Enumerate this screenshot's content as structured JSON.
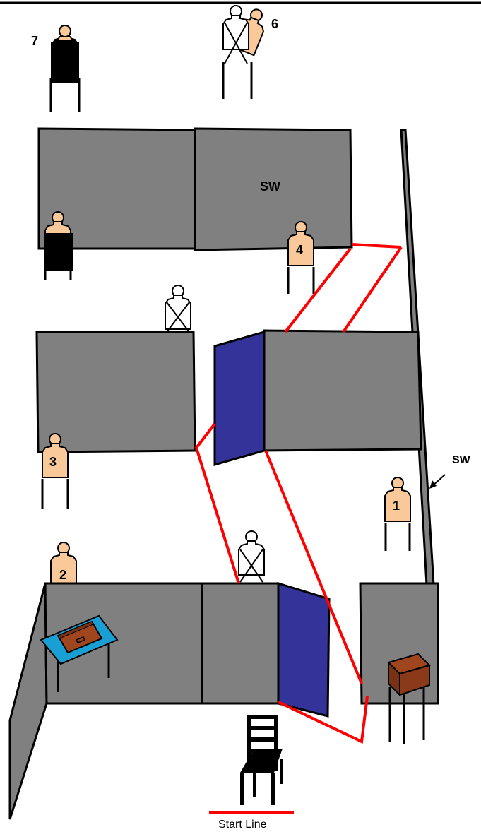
{
  "colors": {
    "wall": "#808080",
    "door": "#333399",
    "path": "#ff0000",
    "target_fill": "#f9c99a",
    "no_shoot": "#ffffff",
    "black_target": "#000000",
    "table_blue": "#1a9fd4",
    "briefcase": "#a0461e"
  },
  "labels": {
    "target_1": "1",
    "target_2": "2",
    "target_3": "3",
    "target_4": "4",
    "target_6": "6",
    "target_7": "7",
    "sw_top": "SW",
    "sw_right": "SW",
    "start_line": "Start Line"
  },
  "icons": {
    "chair": "chair-icon",
    "briefcase": "briefcase-icon",
    "arrow": "arrow-icon"
  }
}
